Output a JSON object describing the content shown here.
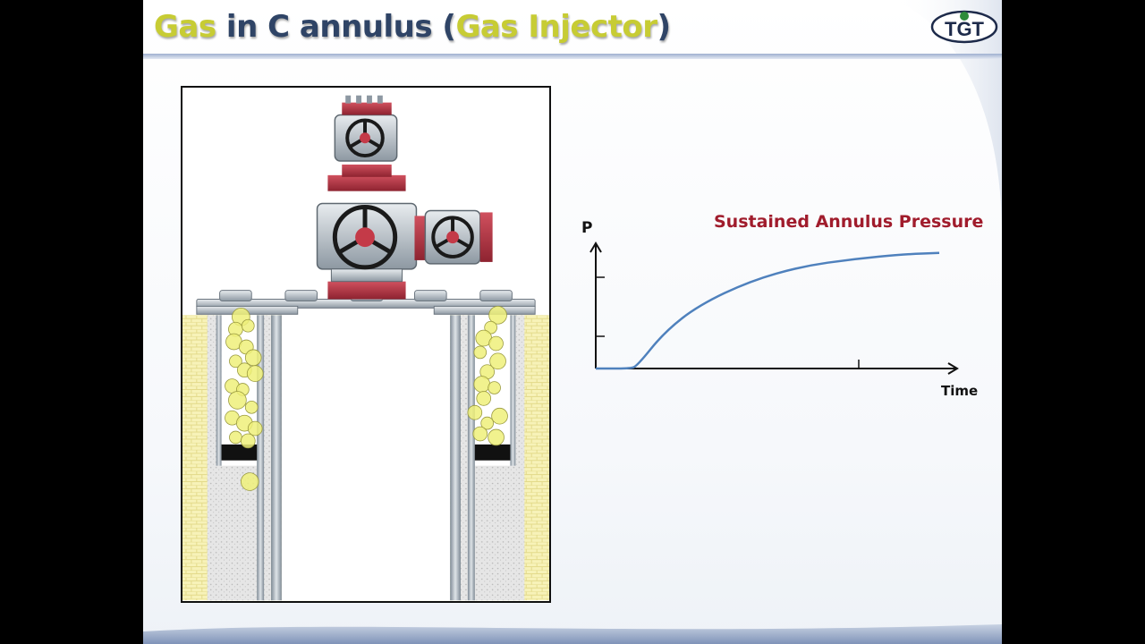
{
  "slide": {
    "title_parts": {
      "part1": "Gas",
      "part2": " in C annulus (",
      "part3": "Gas Injector",
      "part4": ")"
    },
    "logo_text": "TGT"
  },
  "colors": {
    "title_highlight": "#c7cc34",
    "title_dark": "#2f4466",
    "curve": "#4f81bd",
    "annotation": "#a01c2c",
    "gas_bubble": "#eef07a"
  },
  "chart_data": {
    "type": "line",
    "ylabel": "P",
    "xlabel": "Time",
    "annotation": "Sustained Annulus Pressure",
    "xlim": [
      0,
      1
    ],
    "ylim": [
      0,
      1
    ],
    "series": [
      {
        "x": [
          0,
          0.1,
          0.12,
          0.2,
          0.3,
          0.45,
          0.6,
          0.75,
          0.9,
          1.0
        ],
        "y": [
          0,
          0,
          0.02,
          0.3,
          0.52,
          0.72,
          0.84,
          0.9,
          0.94,
          0.95
        ]
      }
    ]
  }
}
